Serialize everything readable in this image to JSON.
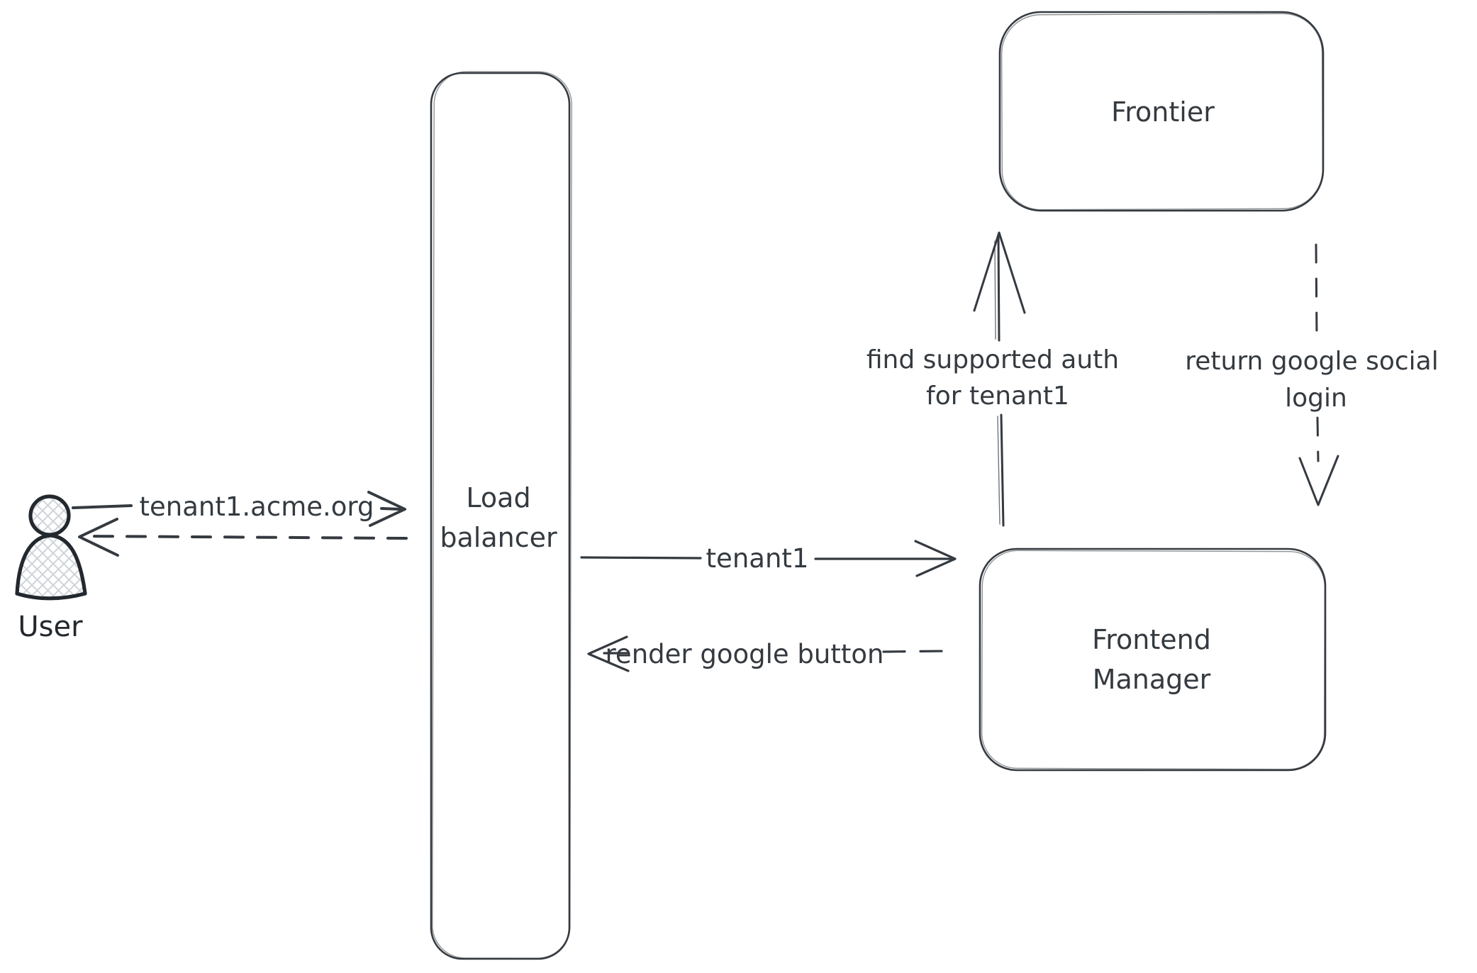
{
  "diagram": {
    "colors": {
      "stroke": "#343a40",
      "actor_stroke": "#23282e",
      "hatch_fill": "#ced4da",
      "background": "#ffffff"
    },
    "nodes": {
      "user": {
        "label": "User",
        "type": "actor"
      },
      "load_balancer": {
        "lines": [
          "Load",
          "balancer"
        ]
      },
      "frontier": {
        "label": "Frontier"
      },
      "frontend_manager": {
        "lines": [
          "Frontend",
          "Manager"
        ]
      }
    },
    "edges": {
      "user_to_load_balancer": {
        "label": "tenant1.acme.org",
        "style": "solid",
        "direction": "right"
      },
      "load_balancer_to_user": {
        "label": "",
        "style": "dashed",
        "direction": "left"
      },
      "load_balancer_to_frontend_manager": {
        "label": "tenant1",
        "style": "solid",
        "direction": "right"
      },
      "frontend_manager_to_load_balancer": {
        "label": "render google button",
        "style": "dashed",
        "direction": "left"
      },
      "frontend_manager_to_frontier": {
        "lines": [
          "find supported auth",
          "for tenant1"
        ],
        "style": "solid",
        "direction": "up"
      },
      "frontier_to_frontend_manager": {
        "lines": [
          "return google social",
          "login"
        ],
        "style": "dashed",
        "direction": "down"
      }
    }
  }
}
